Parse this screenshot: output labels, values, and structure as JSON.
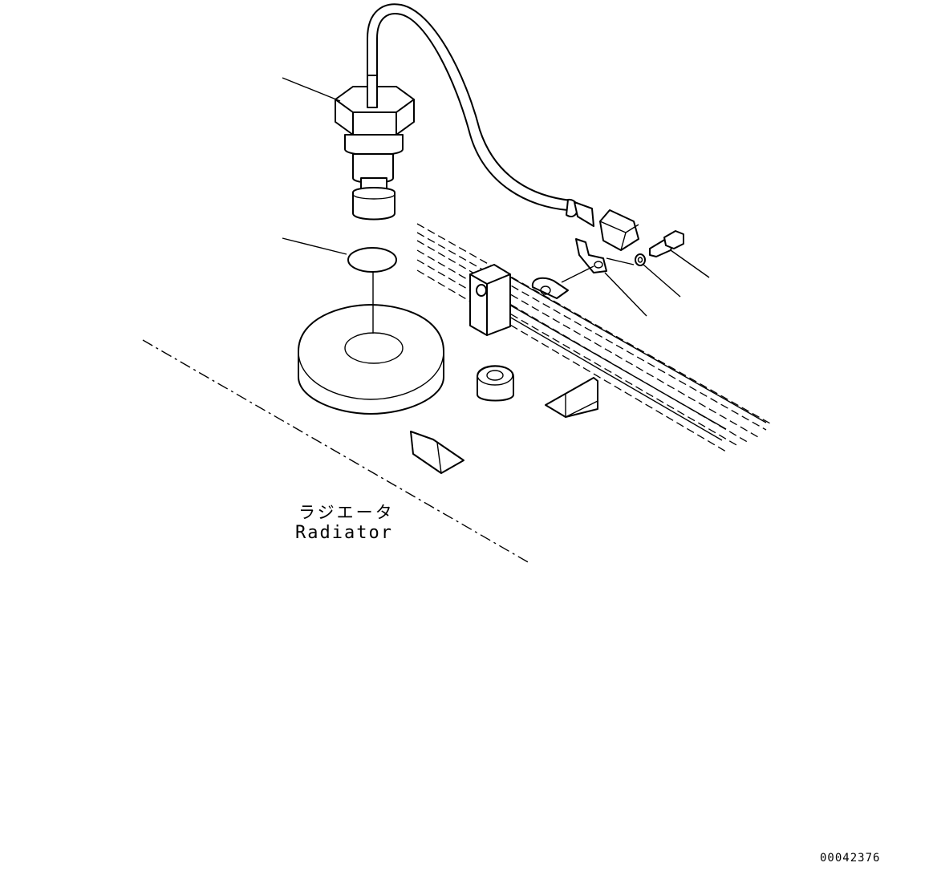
{
  "labels": {
    "radiator_jp": "ラジエータ",
    "radiator_en": "Radiator",
    "drawing_number": "00042376"
  }
}
